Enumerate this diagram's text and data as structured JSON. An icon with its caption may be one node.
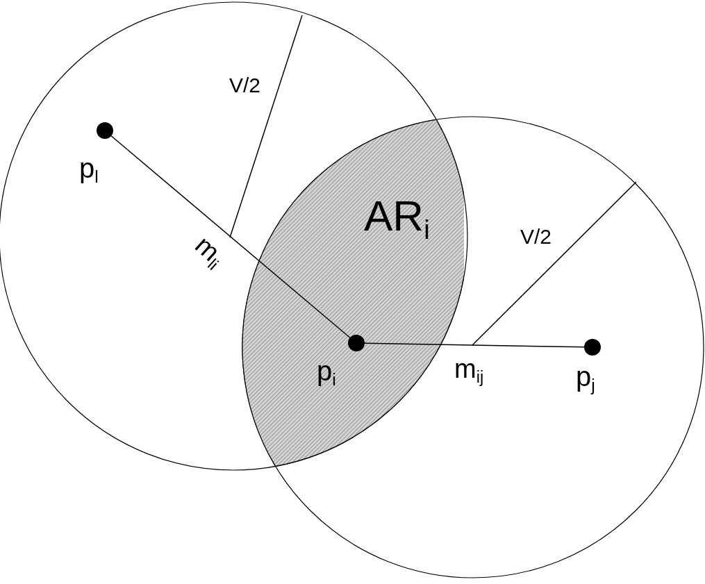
{
  "diagram": {
    "nodes": [
      {
        "text": [],
        "shape": "circle",
        "beside": [
          "p$_{l}$"
        ]
      },
      {
        "text": [],
        "shape": "circle",
        "beside": [
          "p$_{i}$"
        ]
      },
      {
        "text": [],
        "shape": "circle",
        "beside": [
          "p$_{j}$"
        ]
      }
    ],
    "edges": [
      {
        "from": 0,
        "to": 1,
        "arrow": "none"
      },
      {
        "from": 1,
        "to": 2,
        "arrow": "none"
      }
    ],
    "labels": [
      "V/2",
      "AR$_{i}$",
      "m$_{li}$",
      "V/2",
      "m$_{ij}$"
    ]
  }
}
